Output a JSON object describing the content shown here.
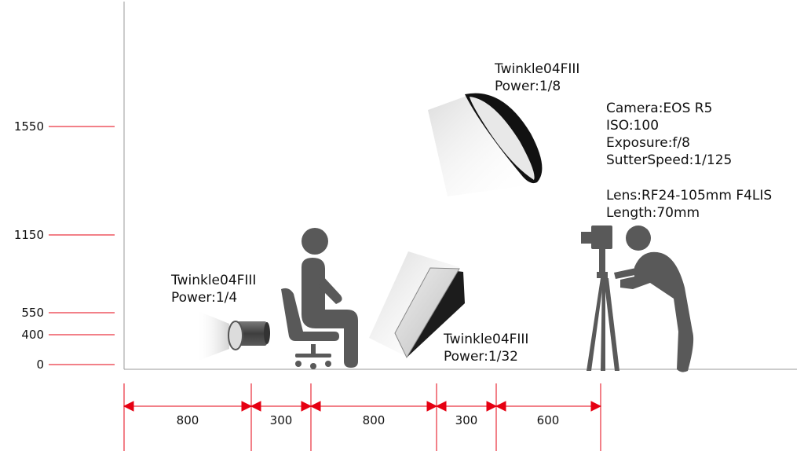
{
  "heights": [
    "1550",
    "1150",
    "550",
    "400",
    "0"
  ],
  "distances": [
    "800",
    "300",
    "800",
    "300",
    "600"
  ],
  "lights": {
    "back_light": {
      "name": "Twinkle04FIII",
      "power": "Power:1/4"
    },
    "key_light_top": {
      "name": "Twinkle04FIII",
      "power": "Power:1/8"
    },
    "fill_softbox": {
      "name": "Twinkle04FIII",
      "power": "Power:1/32"
    }
  },
  "camera": {
    "line1": "Camera:EOS R5",
    "line2": "ISO:100",
    "line3": "Exposure:f/8",
    "line4": "SutterSpeed:1/125",
    "line5": "Lens:RF24-105mm F4LIS",
    "line6": "Length:70mm"
  },
  "colors": {
    "dimension": "#e60012",
    "figure": "#595959",
    "axis": "#999999"
  }
}
